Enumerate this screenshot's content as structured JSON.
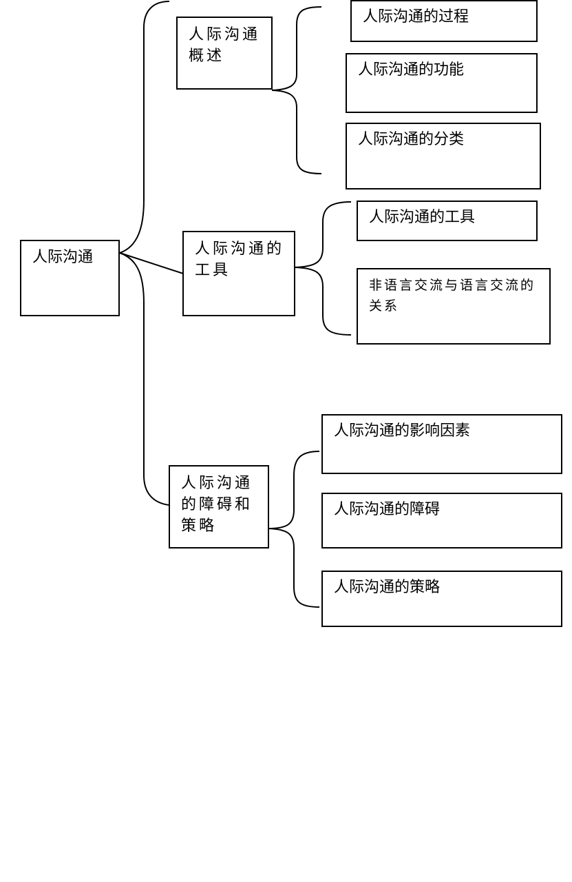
{
  "diagram": {
    "root": {
      "label": "人际沟通"
    },
    "branches": [
      {
        "label": "人际沟通概述",
        "children": [
          {
            "label": "人际沟通的过程"
          },
          {
            "label": "人际沟通的功能"
          },
          {
            "label": "人际沟通的分类"
          }
        ]
      },
      {
        "label": "人际沟通的工具",
        "children": [
          {
            "label": "人际沟通的工具"
          },
          {
            "label": "非语言交流与语言交流的关系"
          }
        ]
      },
      {
        "label": "人际沟通的障碍和策略",
        "children": [
          {
            "label": "人际沟通的影响因素"
          },
          {
            "label": "人际沟通的障碍"
          },
          {
            "label": "人际沟通的策略"
          }
        ]
      }
    ]
  }
}
